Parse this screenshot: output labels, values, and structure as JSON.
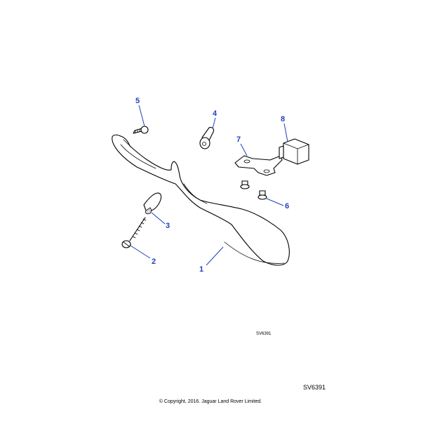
{
  "callouts": {
    "c1": "1",
    "c2": "2",
    "c3": "3",
    "c4": "4",
    "c5": "5",
    "c6": "6",
    "c7": "7",
    "c8": "8"
  },
  "figure_ref_small": "SV6391",
  "figure_ref_large": "SV6391",
  "copyright": "© Copyright, 2016. Jaguar Land Rover Limited.",
  "colors": {
    "callout": "#1f3fbf",
    "line": "#000000"
  }
}
